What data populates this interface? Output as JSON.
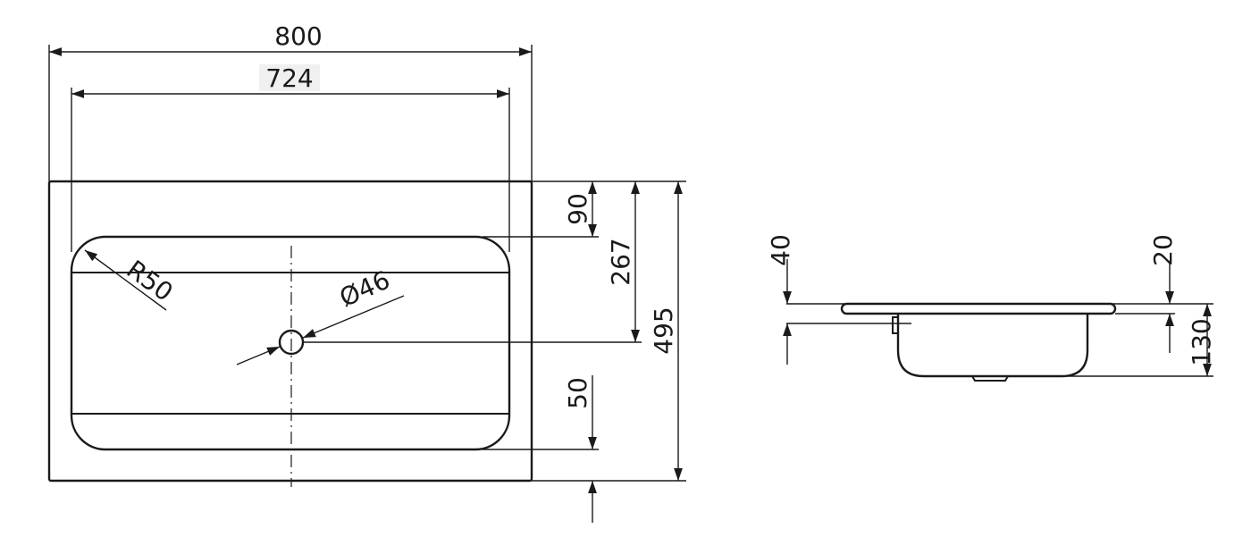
{
  "drawing": {
    "top_view": {
      "dim_overall_width": "800",
      "dim_bowl_width": "724",
      "dim_top_margin": "90",
      "dim_center_depth": "267",
      "dim_overall_depth": "495",
      "dim_bottom_margin": "50",
      "dim_corner_radius": "R50",
      "dim_drain_diameter": "Ø46"
    },
    "side_view": {
      "dim_left_height": "40",
      "dim_right_height": "20",
      "dim_bowl_depth": "130"
    },
    "line_color": "#1a1a1a",
    "background_color": "#ffffff"
  }
}
